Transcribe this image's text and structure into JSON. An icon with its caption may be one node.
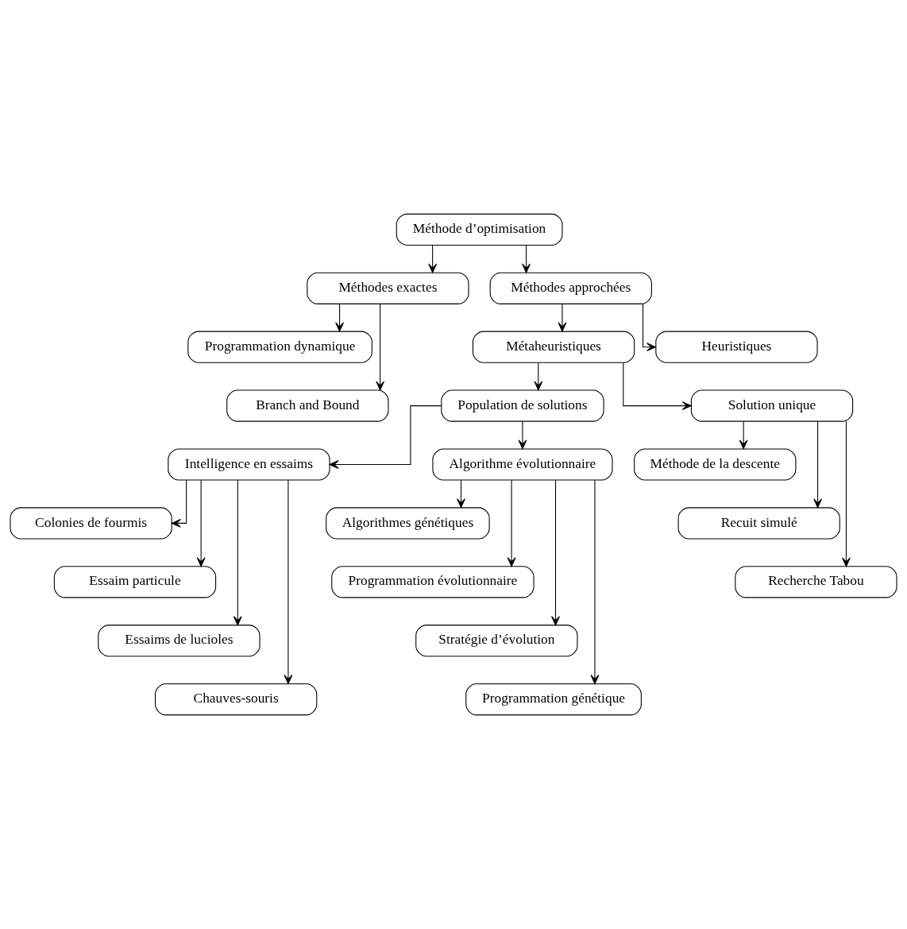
{
  "diagram": {
    "nodes": [
      {
        "text": [
          "Méthode d’optimisation"
        ]
      },
      {
        "text": [
          "Méthodes exactes"
        ]
      },
      {
        "text": [
          "Méthodes approchées"
        ]
      },
      {
        "text": [
          "Programmation dynamique"
        ]
      },
      {
        "text": [
          "Branch and Bound"
        ]
      },
      {
        "text": [
          "Métaheuristiques"
        ]
      },
      {
        "text": [
          "Heuristiques"
        ]
      },
      {
        "text": [
          "Population de solutions"
        ]
      },
      {
        "text": [
          "Solution unique"
        ]
      },
      {
        "text": [
          "Intelligence en essaims"
        ]
      },
      {
        "text": [
          "Algorithme évolutionnaire"
        ]
      },
      {
        "text": [
          "Méthode de la descente"
        ]
      },
      {
        "text": [
          "Recuit simulé"
        ]
      },
      {
        "text": [
          "Recherche Tabou"
        ]
      },
      {
        "text": [
          "Colonies de fourmis"
        ]
      },
      {
        "text": [
          "Essaim particule"
        ]
      },
      {
        "text": [
          "Essaims de lucioles"
        ]
      },
      {
        "text": [
          "Chauves-souris"
        ]
      },
      {
        "text": [
          "Algorithmes génétiques"
        ]
      },
      {
        "text": [
          "Programmation évolutionnaire"
        ]
      },
      {
        "text": [
          "Stratégie d’évolution"
        ]
      },
      {
        "text": [
          "Programmation génétique"
        ]
      }
    ],
    "edges": [
      {
        "from": 0,
        "to": 1,
        "arrow": "to"
      },
      {
        "from": 0,
        "to": 2,
        "arrow": "to"
      },
      {
        "from": 1,
        "to": 3,
        "arrow": "to"
      },
      {
        "from": 1,
        "to": 4,
        "arrow": "to"
      },
      {
        "from": 2,
        "to": 5,
        "arrow": "to"
      },
      {
        "from": 2,
        "to": 6,
        "arrow": "to"
      },
      {
        "from": 5,
        "to": 7,
        "arrow": "to"
      },
      {
        "from": 5,
        "to": 8,
        "arrow": "to"
      },
      {
        "from": 7,
        "to": 9,
        "arrow": "to"
      },
      {
        "from": 7,
        "to": 10,
        "arrow": "to"
      },
      {
        "from": 8,
        "to": 11,
        "arrow": "to"
      },
      {
        "from": 8,
        "to": 12,
        "arrow": "to"
      },
      {
        "from": 8,
        "to": 13,
        "arrow": "to"
      },
      {
        "from": 9,
        "to": 14,
        "arrow": "to"
      },
      {
        "from": 9,
        "to": 15,
        "arrow": "to"
      },
      {
        "from": 9,
        "to": 16,
        "arrow": "to"
      },
      {
        "from": 9,
        "to": 17,
        "arrow": "to"
      },
      {
        "from": 10,
        "to": 18,
        "arrow": "to"
      },
      {
        "from": 10,
        "to": 19,
        "arrow": "to"
      },
      {
        "from": 10,
        "to": 20,
        "arrow": "to"
      },
      {
        "from": 10,
        "to": 21,
        "arrow": "to"
      }
    ]
  }
}
